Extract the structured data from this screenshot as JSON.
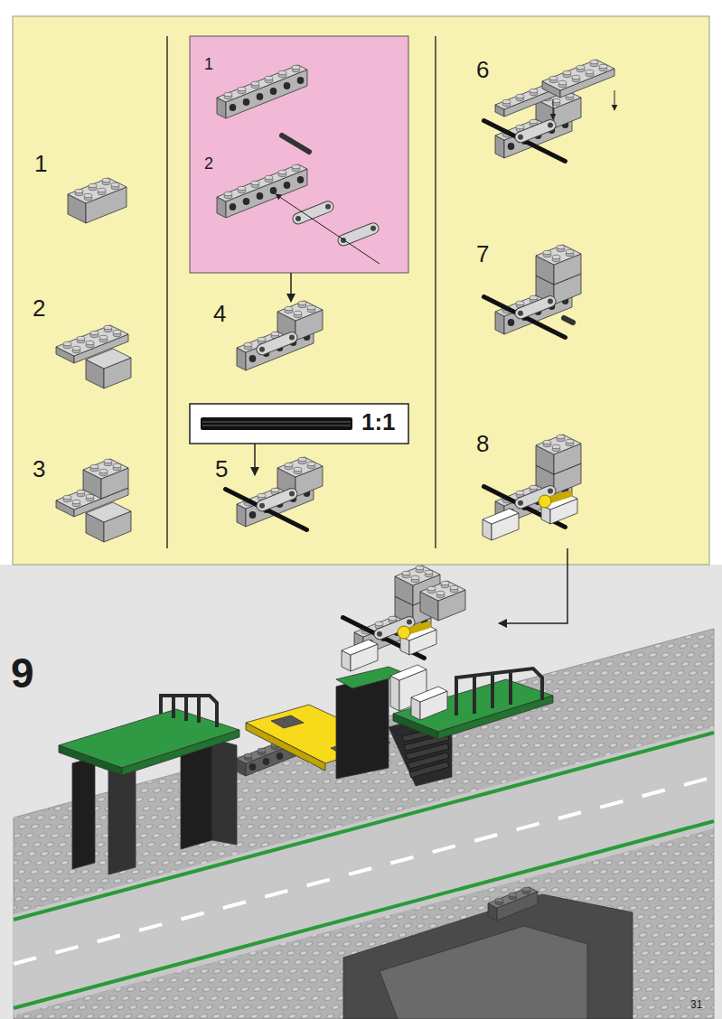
{
  "diagram": {
    "labels": [
      "1",
      "2",
      "3",
      "1",
      "2",
      "4",
      "1:1",
      "5",
      "6",
      "7",
      "8",
      "9",
      "31"
    ]
  }
}
